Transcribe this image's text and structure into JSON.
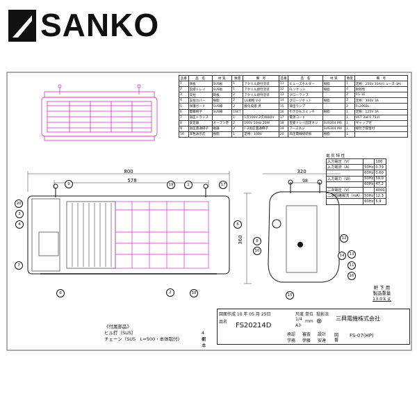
{
  "brand": {
    "name": "SANKO",
    "logo_icon": "sanko-logo-mark"
  },
  "parts_table": {
    "headers": [
      "品番",
      "品　名",
      "材 質",
      "数量",
      "備　考"
    ],
    "left_rows": [
      [
        "1",
        "側板",
        "SUS板",
        "1",
        "アクリル焼付塗装"
      ],
      [
        "2",
        "虫受トレイ",
        "SUS板",
        "1",
        "アクリル焼付塗装"
      ],
      [
        "3",
        "支柱",
        "銅板",
        "2",
        "アクリル焼付塗装"
      ],
      [
        "4",
        "支柱カバー",
        "樹脂",
        "2",
        "UL規格 V-0"
      ],
      [
        "5",
        "保護ガード",
        "SUS線",
        "2",
        "酸化皮膜 黒"
      ],
      [
        "6",
        "電撃格子",
        "SUS線",
        "1SET",
        ""
      ],
      [
        "7",
        "高圧トランス",
        "",
        "1",
        "1次100V 2次4000V"
      ],
      [
        "8",
        "安定器",
        "オーブン巻",
        "2",
        "100V 50Hz 20W"
      ],
      [
        "9",
        "高圧貫通碍子",
        "磁器",
        "2",
        "F-2高圧貫通碍子"
      ],
      [
        "10",
        "非色表示灯",
        "樹脂",
        "1",
        "定格：100V"
      ]
    ],
    "right_rows": [
      [
        "11",
        "ヒューズホルダー",
        "樹脂",
        "1",
        "定格：250V 10A(ヒューズ-3A)"
      ],
      [
        "12",
        "FLソケット",
        "樹脂",
        "4",
        "耐熱性"
      ],
      [
        "13",
        "グローランプ",
        "",
        "2",
        "FG-1E"
      ],
      [
        "14",
        "グローソケット",
        "樹脂",
        "2",
        "定格：300V 3A"
      ],
      [
        "15",
        "捕虫ランプ",
        "",
        "2",
        "FL20SBL"
      ],
      [
        "16",
        "引きひもスイッチ",
        "樹脂",
        "1",
        "定格：125V 3A"
      ],
      [
        "17",
        "電源コード",
        "",
        "1",
        "VCT 2㎟ 0.75㎡"
      ],
      [
        "18",
        "虫受トレイ固定ネジ",
        "SUS304 M6",
        "1",
        "ギャップ付"
      ],
      [
        "19",
        "アースネジ",
        "SUS304 M4",
        "1",
        "緑付き座金付"
      ],
      [
        "20",
        "高圧電線接続板",
        "樹脂",
        "1",
        ""
      ]
    ]
  },
  "electrical": {
    "title": "電 気 特 性",
    "rows": [
      [
        "入力電圧（V）",
        "",
        "100"
      ],
      [
        "入力電流（A）",
        "50Hz",
        "0.79"
      ],
      [
        "",
        "60Hz",
        "0.60"
      ],
      [
        "入力電力（W）",
        "50Hz",
        "59.0"
      ],
      [
        "",
        "60Hz",
        "47.2"
      ],
      [
        "二次電圧（V）",
        "",
        "4000"
      ],
      [
        "二次短絡電流（mA）",
        "50Hz",
        "12.3"
      ],
      [
        "",
        "60Hz",
        "5.9"
      ]
    ]
  },
  "weight": {
    "label1": "軒 下 用",
    "label2": "製品重量",
    "value": "13.0ｋｇ"
  },
  "dimensions": {
    "width": "800",
    "inner": "578",
    "depth": "320",
    "side": "98",
    "height": "360"
  },
  "accessories": {
    "title": "《付属部品》",
    "items": [
      {
        "name": "ヒル釘（SUS）",
        "qty": "4個"
      },
      {
        "name": "チェーン（SUS　L=500・本体取付）",
        "qty": "4本"
      }
    ]
  },
  "title_block": {
    "created": "図面作成 10 年 05 月 25日",
    "drawing_no": "FS20214D",
    "scale_label": "尺度",
    "scale": "1/4",
    "size": "A3",
    "unit_label": "単位",
    "unit": "mm",
    "projection_label": "投影法",
    "company": "三興電機株式会社",
    "model": "FS-07(HP)",
    "approved": "学務",
    "checked": "伊藤",
    "drawn": "安達",
    "approve_label": "承認",
    "check_label": "審査",
    "draw_label": "設計",
    "name_label": "品名",
    "number_label": "図番"
  },
  "callouts": [
    "1",
    "2",
    "3",
    "4",
    "5",
    "6",
    "7",
    "8",
    "9",
    "10",
    "11",
    "12",
    "13",
    "14",
    "15",
    "16",
    "17",
    "18",
    "19",
    "20"
  ],
  "colors": {
    "magenta": "#d428c8",
    "black": "#111111",
    "cyan": "#3ab6ff"
  }
}
